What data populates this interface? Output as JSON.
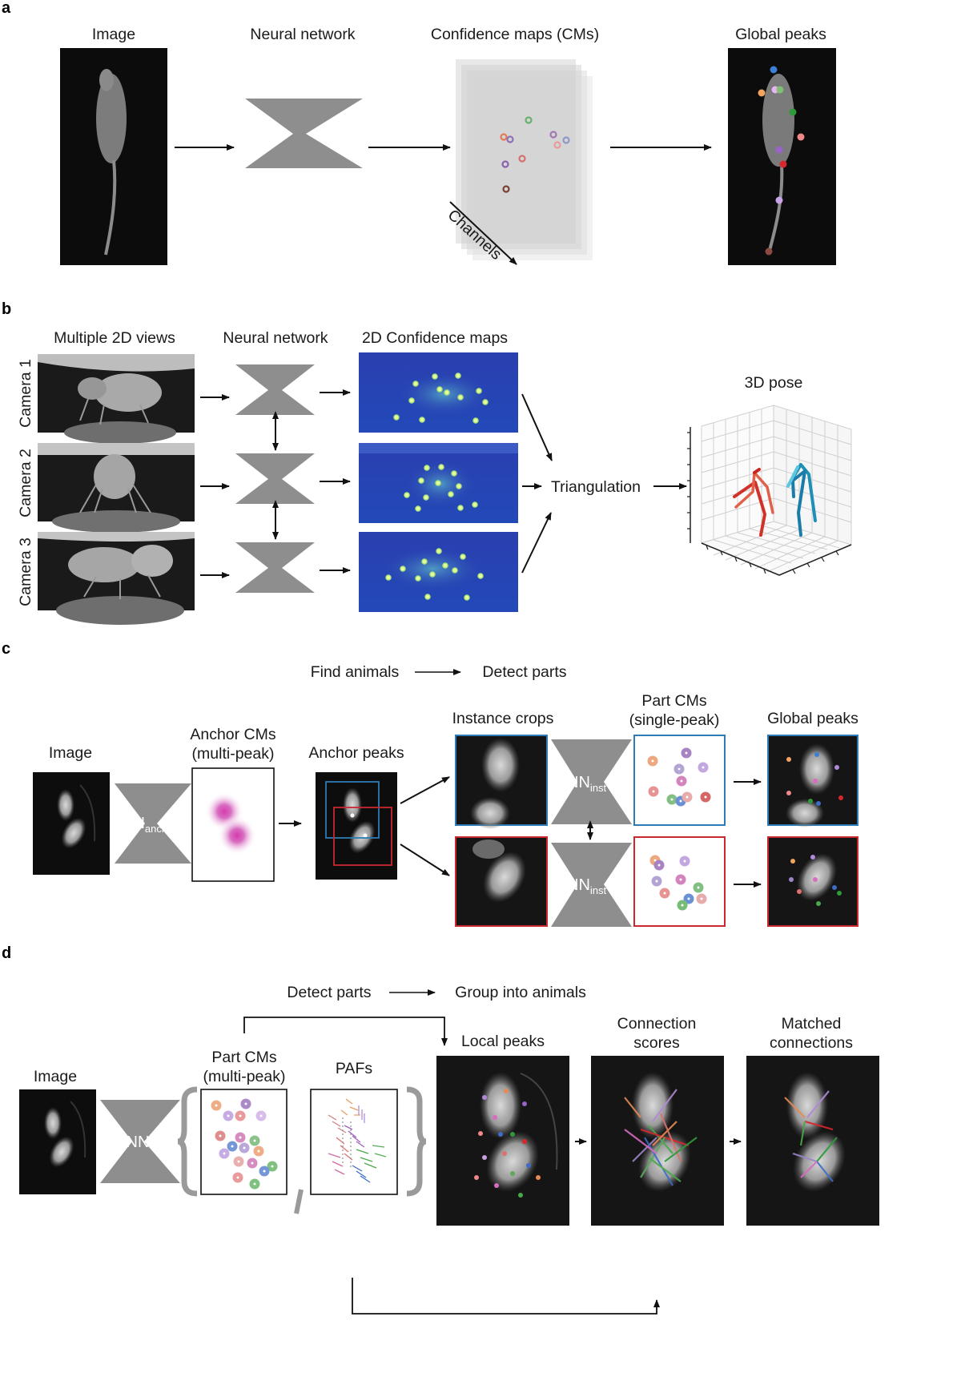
{
  "panel_a": {
    "letter": "a",
    "image_title": "Image",
    "nn_title": "Neural network",
    "cms_title": "Confidence maps (CMs)",
    "channels_label": "Channels",
    "peaks_title": "Global peaks"
  },
  "panel_b": {
    "letter": "b",
    "views_title": "Multiple 2D views",
    "nn_title": "Neural network",
    "cms_title": "2D Confidence maps",
    "cameras": [
      "Camera 1",
      "Camera 2",
      "Camera 3"
    ],
    "triangulation": "Triangulation",
    "pose_title": "3D pose"
  },
  "panel_c": {
    "letter": "c",
    "flow_from": "Find animals",
    "flow_to": "Detect parts",
    "image_title": "Image",
    "anchor_cms_l1": "Anchor CMs",
    "anchor_cms_l2": "(multi-peak)",
    "anchor_peaks": "Anchor peaks",
    "instance_crops": "Instance crops",
    "part_cms_l1": "Part CMs",
    "part_cms_l2": "(single-peak)",
    "global_peaks": "Global peaks",
    "nn_anchor_main": "NN",
    "nn_anchor_sub": "anchor",
    "nn_inst_main": "NN",
    "nn_inst_sub": "inst"
  },
  "panel_d": {
    "letter": "d",
    "flow_from": "Detect parts",
    "flow_to": "Group into animals",
    "image_title": "Image",
    "nn_label": "NN",
    "part_cms_l1": "Part CMs",
    "part_cms_l2": "(multi-peak)",
    "pafs": "PAFs",
    "local_peaks": "Local peaks",
    "conn_scores_l1": "Connection",
    "conn_scores_l2": "scores",
    "matched_l1": "Matched",
    "matched_l2": "connections"
  },
  "colors": {
    "nn_gray": "#8e8e8e",
    "crop_blue": "#2e7bb5",
    "crop_red": "#c8282e",
    "cm_blue": "#3340b8",
    "pose_red": "#d2312a",
    "pose_blue": "#1e8fb5"
  }
}
